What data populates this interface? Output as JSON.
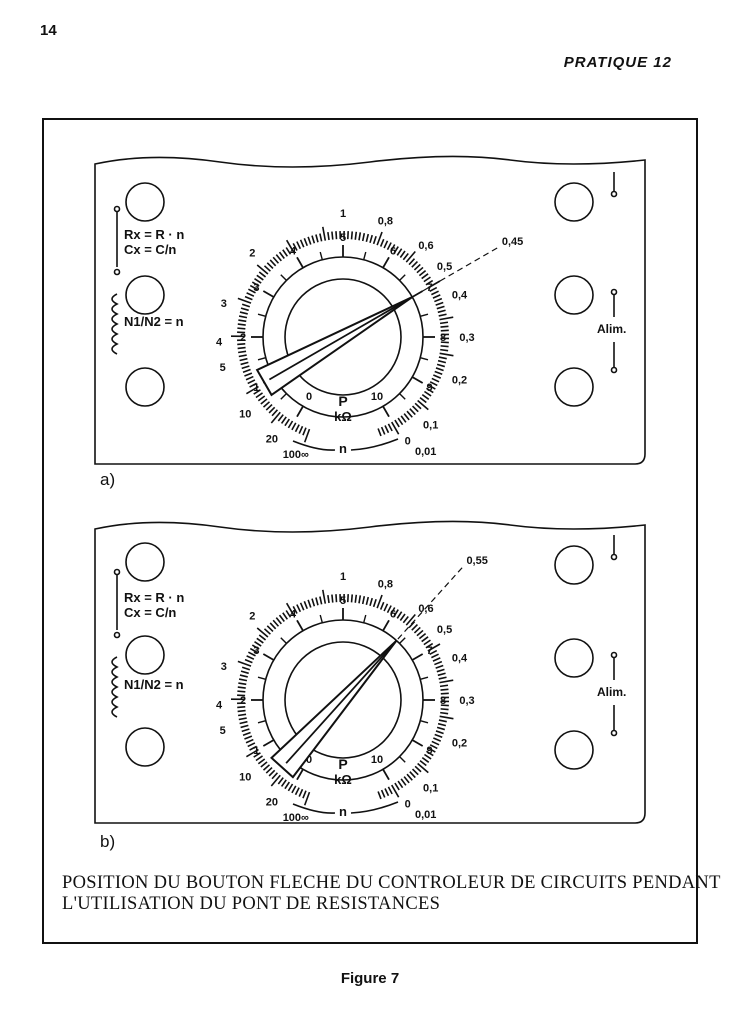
{
  "header": {
    "page_number": "14",
    "running_title": "PRATIQUE 12"
  },
  "panel_common": {
    "formula_r": "Rx = R · n",
    "formula_c": "Cx = C/n",
    "formula_n": "N1/N2 = n",
    "alim": "Alim.",
    "p_label": "P",
    "unit_label": "kΩ",
    "n_label": "n",
    "p_scale": [
      "0",
      "1",
      "2",
      "3",
      "4",
      "5",
      "6",
      "7",
      "8",
      "9",
      "10"
    ],
    "n_scale_right": [
      "1",
      "0,8",
      "0,6",
      "0,5",
      "0,4",
      "0,3",
      "0,2",
      "0,1",
      "0,01",
      "0"
    ],
    "n_scale_left": [
      "2",
      "3",
      "4",
      "5",
      "10",
      "20",
      "100∞"
    ]
  },
  "panels": [
    {
      "label": "a)",
      "pointer_value": "0,45",
      "p_setting": 7
    },
    {
      "label": "b)",
      "pointer_value": "0,55",
      "p_setting": 6.4
    }
  ],
  "caption": "POSITION DU BOUTON FLECHE DU CONTROLEUR DE CIRCUITS PENDANT L'UTILISATION DU PONT DE RESISTANCES",
  "figure_label": "Figure 7"
}
